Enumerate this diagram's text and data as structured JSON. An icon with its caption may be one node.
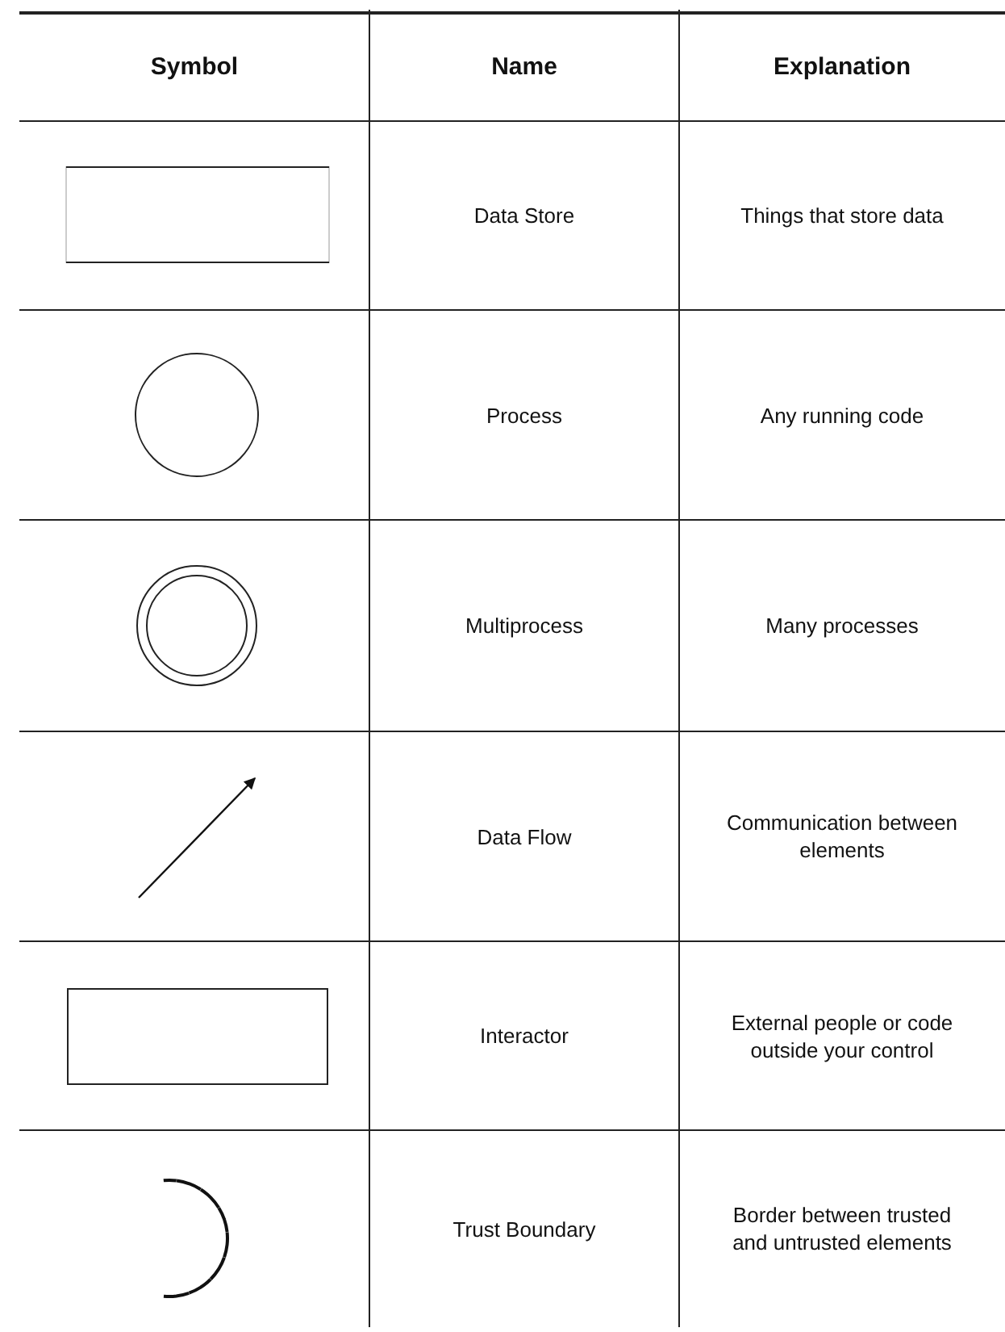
{
  "diagram": {
    "labels": [
      "Symbol",
      "Name",
      "Explanation",
      "Data Store",
      "Things that store data",
      "Process",
      "Any running code",
      "Multiprocess",
      "Many processes",
      "Data Flow",
      "Communication between elements",
      "Interactor",
      "External people or code outside your control",
      "Trust Boundary",
      "Border between trusted and untrusted elements"
    ]
  }
}
